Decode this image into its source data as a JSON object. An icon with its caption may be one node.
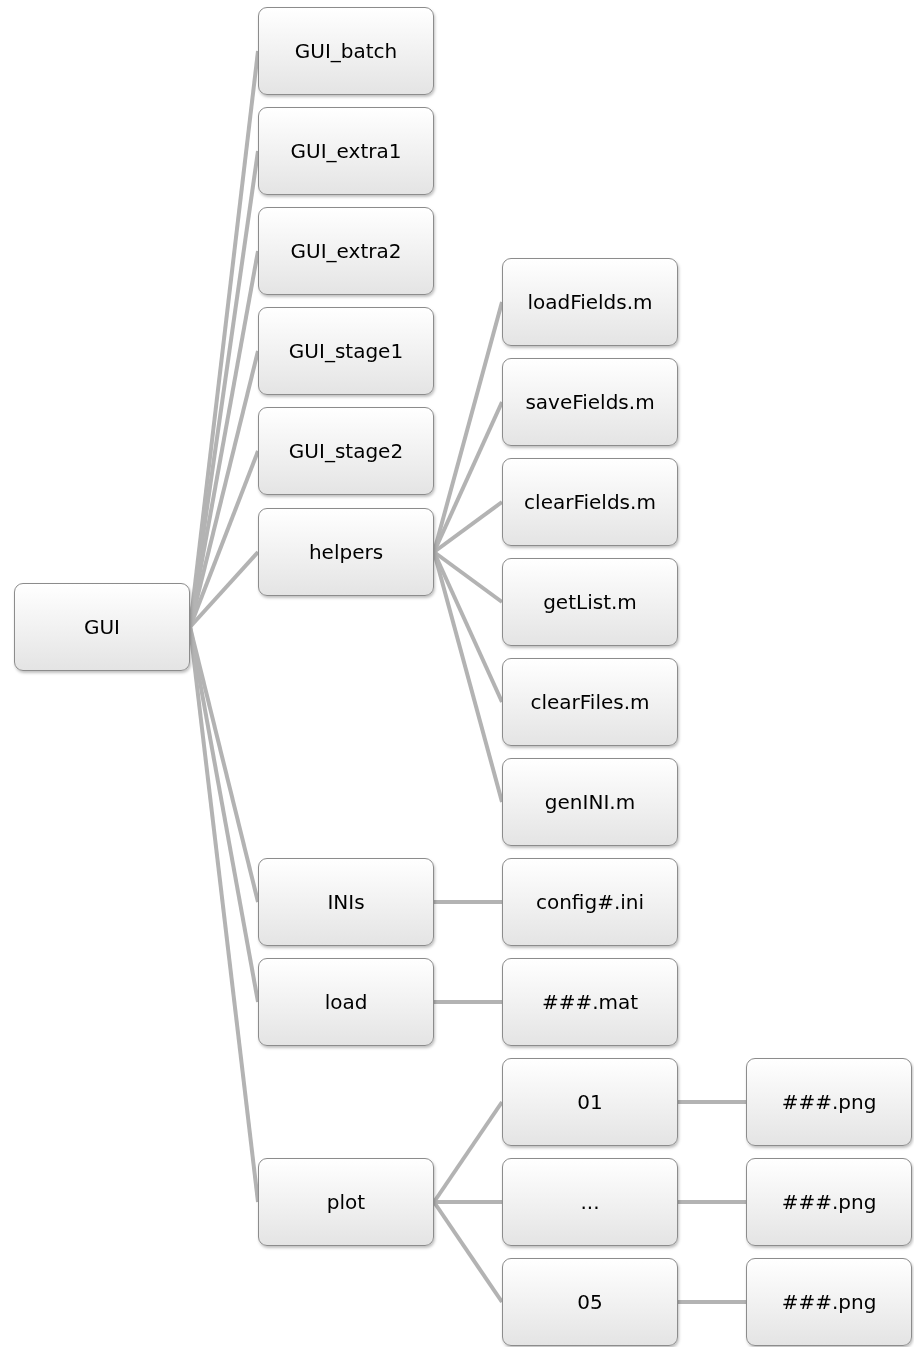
{
  "diagram": {
    "nodes": [
      {
        "text": [
          "GUI"
        ]
      },
      {
        "text": [
          "GUI_batch"
        ]
      },
      {
        "text": [
          "GUI_extra1"
        ]
      },
      {
        "text": [
          "GUI_extra2"
        ]
      },
      {
        "text": [
          "GUI_stage1"
        ]
      },
      {
        "text": [
          "GUI_stage2"
        ]
      },
      {
        "text": [
          "helpers"
        ]
      },
      {
        "text": [
          "loadFields.m"
        ]
      },
      {
        "text": [
          "saveFields.m"
        ]
      },
      {
        "text": [
          "clearFields.m"
        ]
      },
      {
        "text": [
          "getList.m"
        ]
      },
      {
        "text": [
          "clearFiles.m"
        ]
      },
      {
        "text": [
          "genINI.m"
        ]
      },
      {
        "text": [
          "INIs"
        ]
      },
      {
        "text": [
          "config#.ini"
        ]
      },
      {
        "text": [
          "load"
        ]
      },
      {
        "text": [
          "###.mat"
        ]
      },
      {
        "text": [
          "plot"
        ]
      },
      {
        "text": [
          "01"
        ]
      },
      {
        "text": [
          "###.png"
        ]
      },
      {
        "text": [
          "..."
        ]
      },
      {
        "text": [
          "###.png"
        ]
      },
      {
        "text": [
          "05"
        ]
      },
      {
        "text": [
          "###.png"
        ]
      }
    ],
    "edges": [
      {
        "from": 0,
        "to": 1,
        "arrow": "none"
      },
      {
        "from": 0,
        "to": 2,
        "arrow": "none"
      },
      {
        "from": 0,
        "to": 3,
        "arrow": "none"
      },
      {
        "from": 0,
        "to": 4,
        "arrow": "none"
      },
      {
        "from": 0,
        "to": 5,
        "arrow": "none"
      },
      {
        "from": 0,
        "to": 6,
        "arrow": "none"
      },
      {
        "from": 6,
        "to": 7,
        "arrow": "none"
      },
      {
        "from": 6,
        "to": 8,
        "arrow": "none"
      },
      {
        "from": 6,
        "to": 9,
        "arrow": "none"
      },
      {
        "from": 6,
        "to": 10,
        "arrow": "none"
      },
      {
        "from": 6,
        "to": 11,
        "arrow": "none"
      },
      {
        "from": 6,
        "to": 12,
        "arrow": "none"
      },
      {
        "from": 0,
        "to": 13,
        "arrow": "none"
      },
      {
        "from": 13,
        "to": 14,
        "arrow": "none"
      },
      {
        "from": 0,
        "to": 15,
        "arrow": "none"
      },
      {
        "from": 15,
        "to": 16,
        "arrow": "none"
      },
      {
        "from": 0,
        "to": 17,
        "arrow": "none"
      },
      {
        "from": 17,
        "to": 18,
        "arrow": "none"
      },
      {
        "from": 18,
        "to": 19,
        "arrow": "none"
      },
      {
        "from": 17,
        "to": 20,
        "arrow": "none"
      },
      {
        "from": 20,
        "to": 21,
        "arrow": "none"
      },
      {
        "from": 17,
        "to": 22,
        "arrow": "none"
      },
      {
        "from": 22,
        "to": 23,
        "arrow": "none"
      }
    ]
  }
}
